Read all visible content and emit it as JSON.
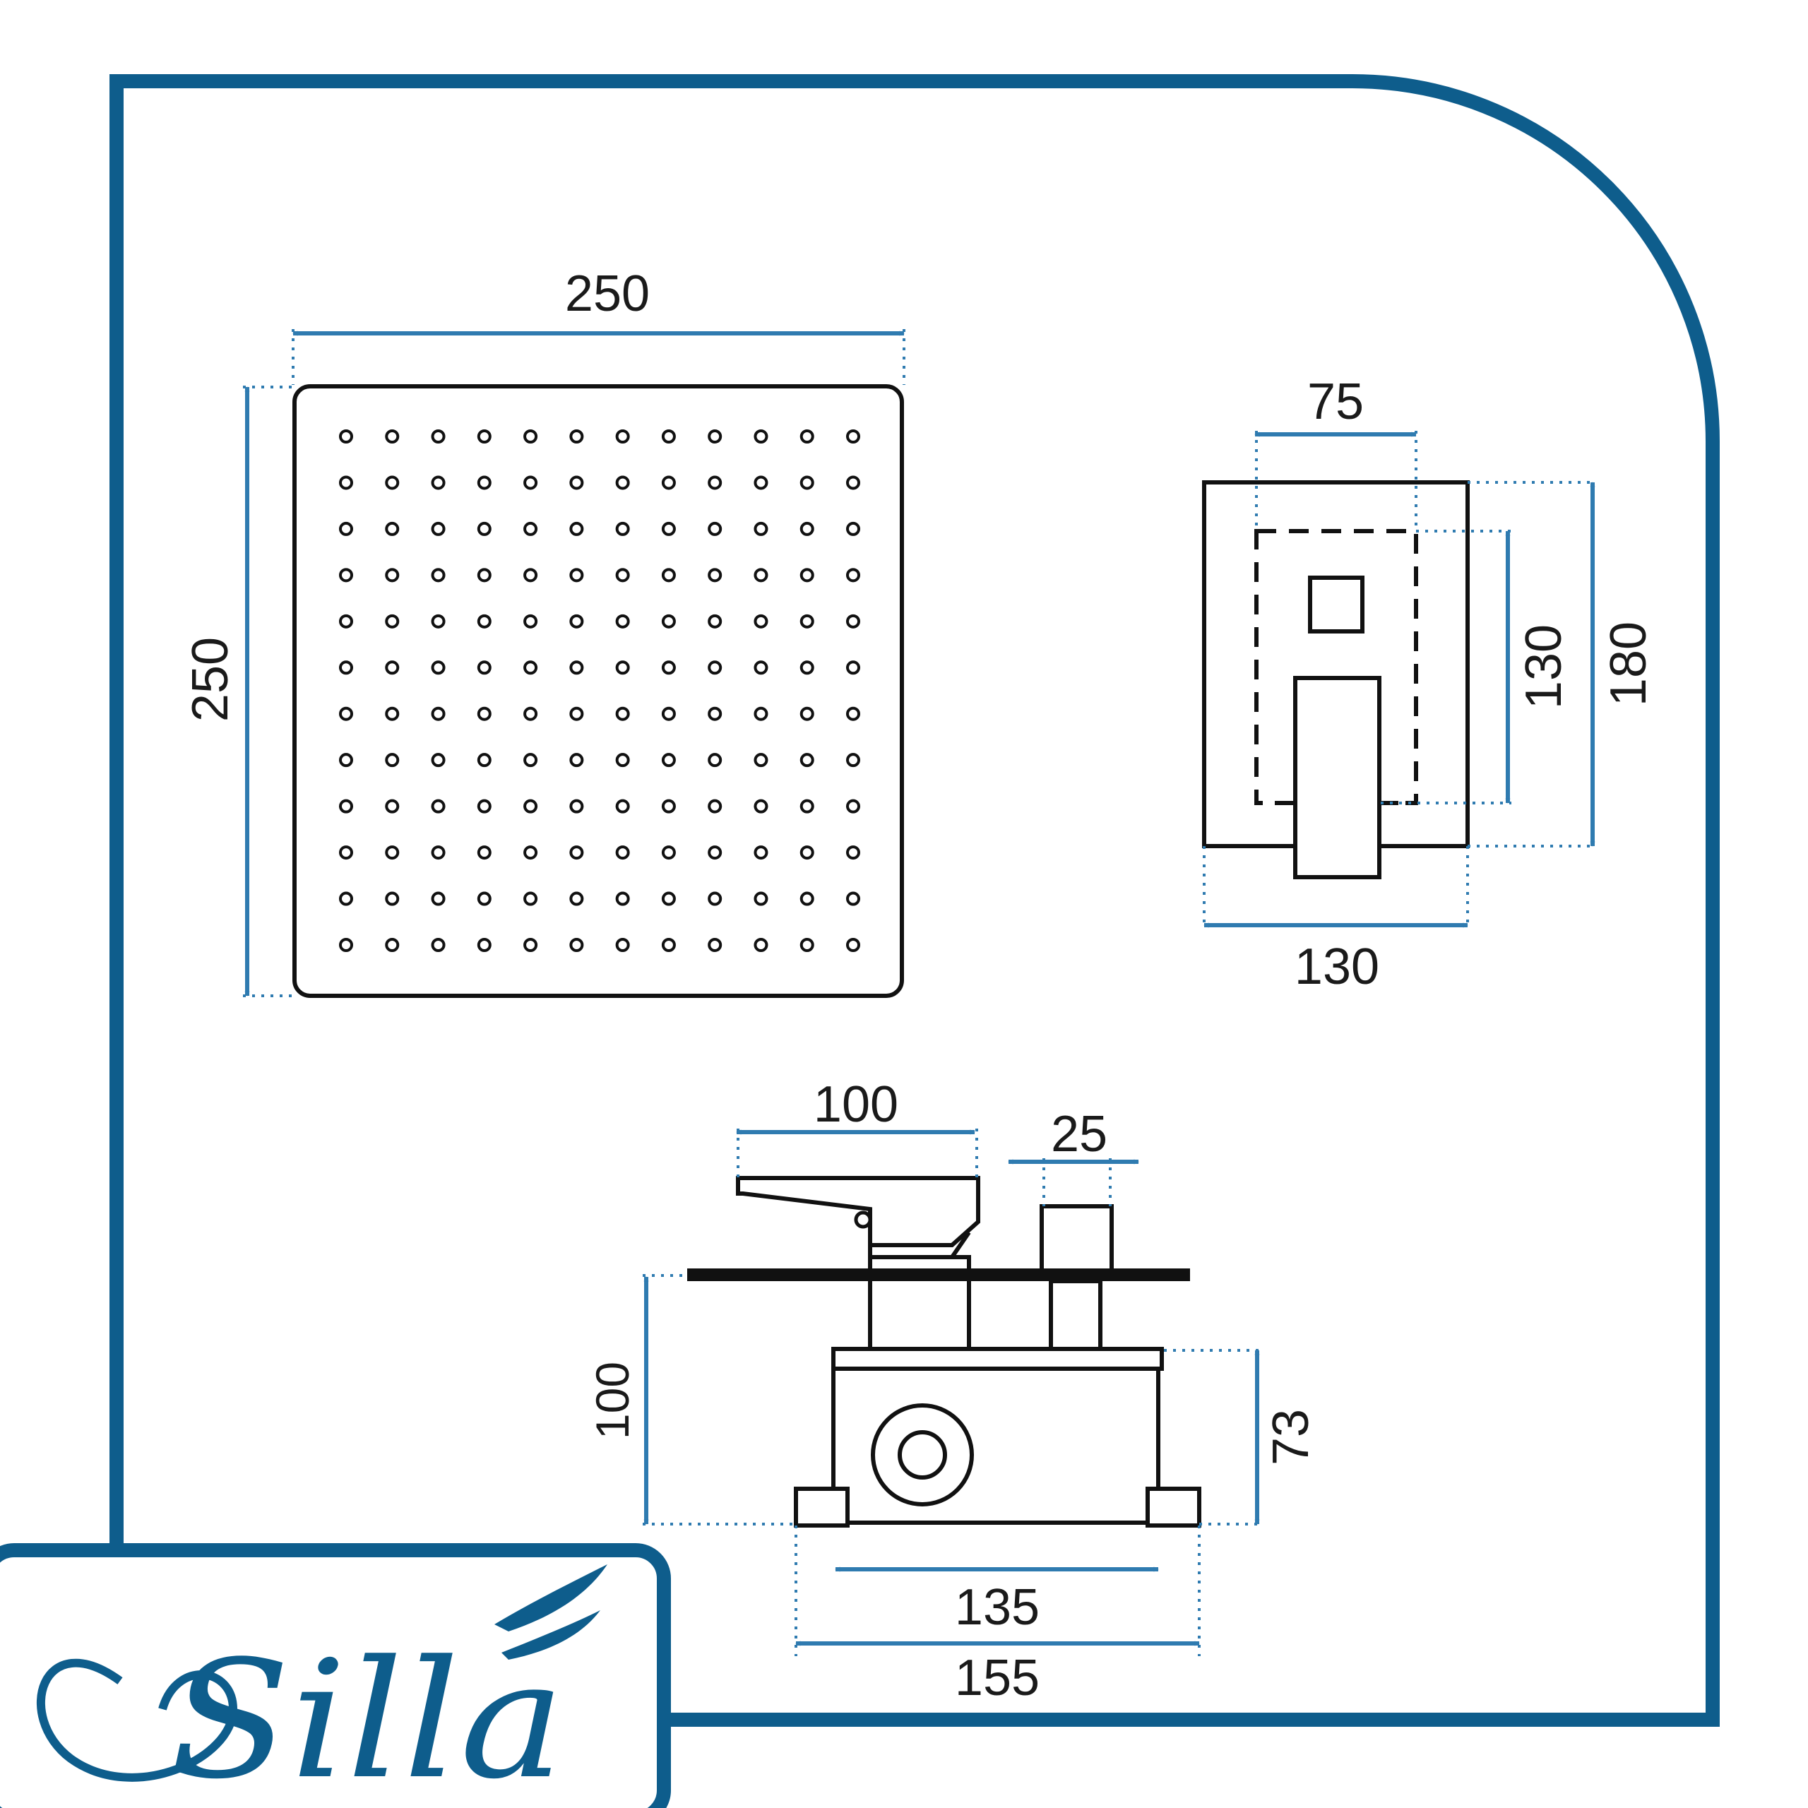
{
  "colors": {
    "frame": "#0e5d8c",
    "dimension": "#2f7bb0",
    "line": "#111111",
    "background": "#ffffff"
  },
  "shower_head": {
    "width_label": "250",
    "height_label": "250",
    "nozzle_rows": 12,
    "nozzle_cols": 12
  },
  "faceplate": {
    "inner_width_label": "75",
    "inner_height_label": "130",
    "outer_height_label": "180",
    "outer_width_label": "130"
  },
  "mixer_side": {
    "lever_label": "100",
    "knob_label": "25",
    "depth_label": "100",
    "box_height_label": "73",
    "inner_width_label": "135",
    "outer_width_label": "155"
  },
  "brand": {
    "name": "Silla"
  }
}
